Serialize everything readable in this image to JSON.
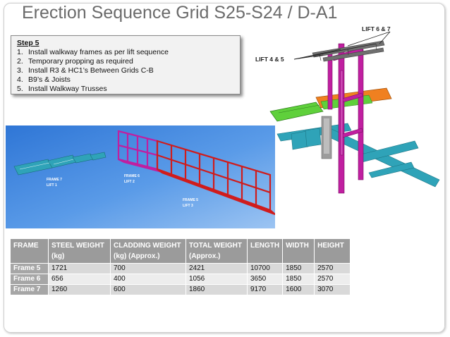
{
  "title": "Erection Sequence Grid S25-S24 / D-A1",
  "steps": {
    "heading": "Step 5",
    "items": [
      {
        "num": "1.",
        "text": "Install walkway frames as per lift sequence"
      },
      {
        "num": "2.",
        "text": "Temporary propping as required"
      },
      {
        "num": "3.",
        "text": "Install R3 & HC1’s Between Grids C-B"
      },
      {
        "num": "4.",
        "text": "B9’s & Joists"
      },
      {
        "num": "5.",
        "text": "Install Walkway Trusses"
      }
    ]
  },
  "callouts": {
    "lift_6_7": "LIFT 6 & 7",
    "lift_4_5": "LIFT 4 & 5"
  },
  "render_labels": {
    "frame7": "FRAME 7",
    "lift1": "LIFT 1",
    "frame6": "FRAME 6",
    "lift2": "LIFT 2",
    "frame5": "FRAME 5",
    "lift3": "LIFT 3"
  },
  "colors": {
    "title": "#6b6b6b",
    "frame_red": "#d01c1c",
    "frame_magenta": "#c01fa0",
    "frame_cyan": "#2fa3b8",
    "frame_green": "#5fd03b",
    "frame_orange": "#f08020",
    "table_header": "#9b9b9b"
  },
  "table": {
    "headers": [
      {
        "line1": "FRAME",
        "line2": ""
      },
      {
        "line1": "STEEL WEIGHT",
        "line2": "(kg)"
      },
      {
        "line1": "CLADDING WEIGHT",
        "line2": "(kg) (Approx.)"
      },
      {
        "line1": "TOTAL WEIGHT",
        "line2": "(Approx.)"
      },
      {
        "line1": "LENGTH",
        "line2": ""
      },
      {
        "line1": "WIDTH",
        "line2": ""
      },
      {
        "line1": "HEIGHT",
        "line2": ""
      }
    ],
    "rows": [
      [
        "Frame 5",
        "1721",
        "700",
        "2421",
        "10700",
        "1850",
        "2570"
      ],
      [
        "Frame 6",
        "656",
        "400",
        "1056",
        "3650",
        "1850",
        "2570"
      ],
      [
        "Frame 7",
        "1260",
        "600",
        "1860",
        "9170",
        "1600",
        "3070"
      ]
    ]
  }
}
